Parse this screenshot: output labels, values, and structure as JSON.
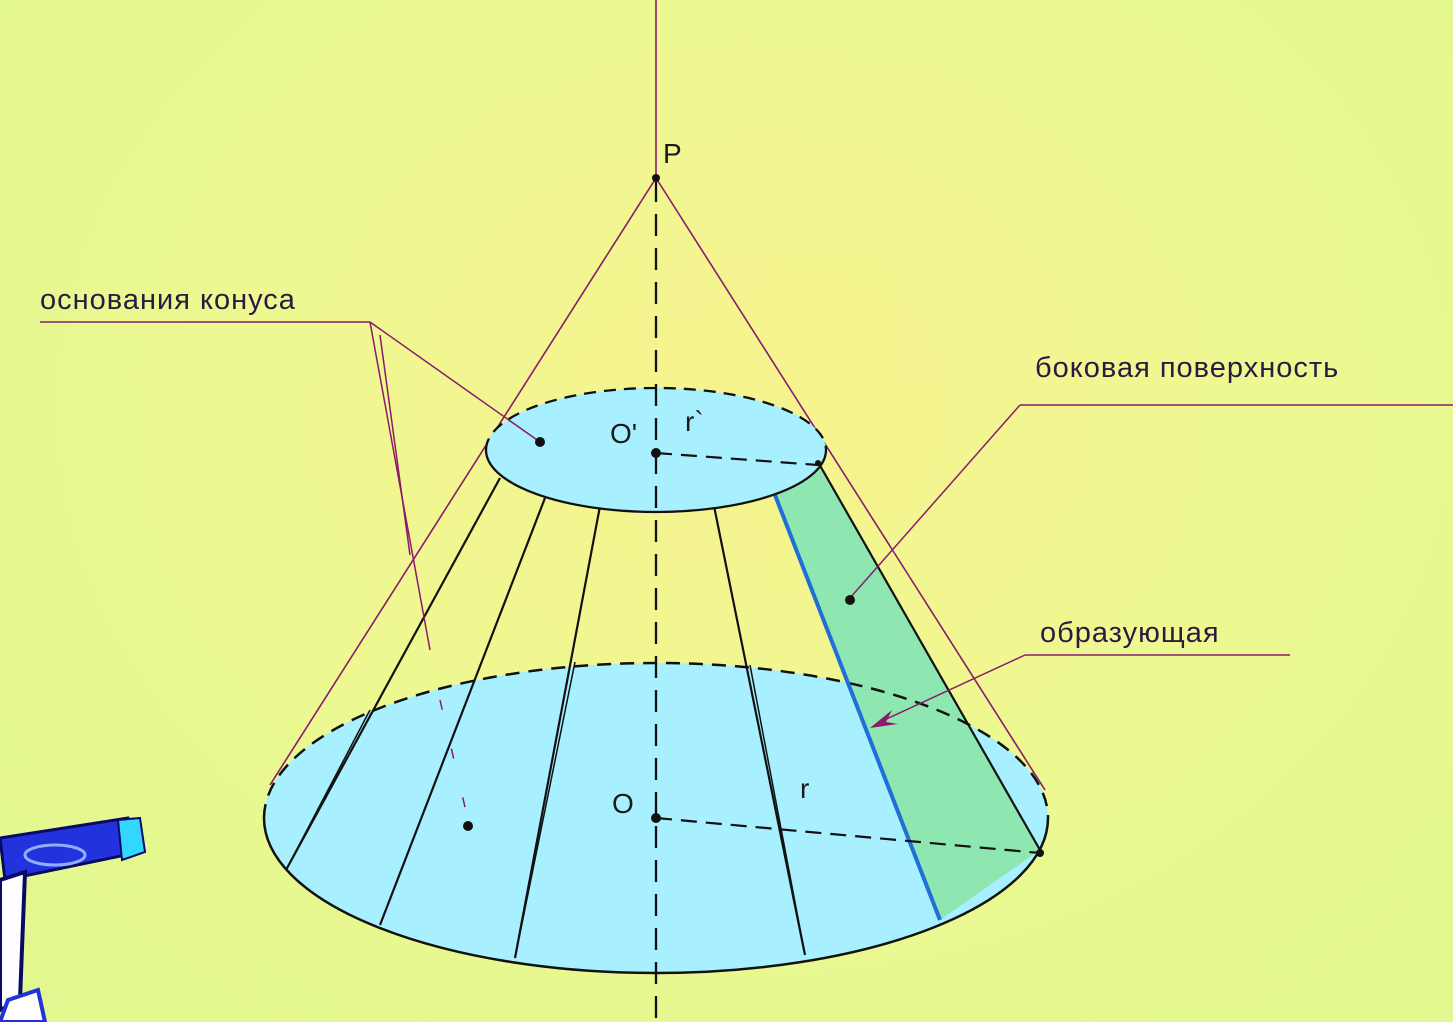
{
  "labels": {
    "bases": "основания конуса",
    "lateral": "боковая поверхность",
    "generatrix": "образующая",
    "apex": "P",
    "top_center": "O'",
    "top_radius": "r`",
    "bottom_center": "O",
    "bottom_radius": "r"
  },
  "colors": {
    "background": "#eef890",
    "base_fill": "#a8f0ff",
    "lateral_strip": "#8ee6b0",
    "generatrix": "#1f6fd6",
    "construction_lines": "#8b1a6b",
    "pencil": "#2233dd"
  }
}
